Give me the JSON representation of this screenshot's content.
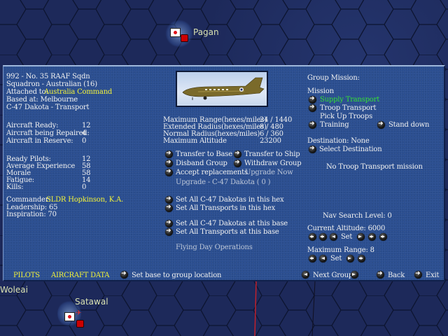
{
  "map": {
    "locations": [
      {
        "name": "Pagan"
      },
      {
        "name": "Woleai"
      },
      {
        "name": "Satawal"
      }
    ]
  },
  "unit": {
    "title": "992 - No. 35 RAAF Sqdn",
    "squadron": "Squadron - Australian (16)",
    "attached_label": "Attached to:",
    "attached_value": "Australia Command",
    "based_at": "Based at:  Melbourne",
    "aircraft_type": "C-47 Dakota - Transport"
  },
  "aircraft_status": [
    {
      "label": "Aircraft Ready:",
      "value": "12"
    },
    {
      "label": "Aircraft being Repaired:",
      "value": "4"
    },
    {
      "label": "Aircraft in Reserve:",
      "value": "0"
    }
  ],
  "pilots": [
    {
      "label": "Ready Pilots:",
      "value": "12"
    },
    {
      "label": "Average Experience",
      "value": "58"
    },
    {
      "label": "Morale",
      "value": "58"
    },
    {
      "label": "Fatigue:",
      "value": "14"
    },
    {
      "label": "Kills:",
      "value": "0"
    }
  ],
  "commander": {
    "label": "Commander:",
    "name": "SLDR Hopkinson, K.A.",
    "leadership": "Leadership: 65",
    "inspiration": "Inspiration: 70"
  },
  "specs": [
    {
      "label": "Maximum Range(hexes/miles)",
      "value": "24 / 1440"
    },
    {
      "label": "Extended Radius(hexes/miles)",
      "value": "8 / 480"
    },
    {
      "label": "Normal Radius(hexes/miles)",
      "value": "6 / 360"
    },
    {
      "label": "Maximum Altitude",
      "value": "23200"
    }
  ],
  "actions": {
    "transfer_base": "Transfer to Base",
    "transfer_ship": "Transfer to Ship",
    "disband": "Disband Group",
    "withdraw": "Withdraw Group",
    "accept_replacements": "Accept replacements",
    "upgrade_now": "Upgrade Now",
    "upgrade_info": "Upgrade - C-47 Dakota  ( 0 )",
    "set_all_type_hex": "Set All C-47 Dakotas in this hex",
    "set_all_transports_hex": "Set All Transports in this hex",
    "set_all_type_base": "Set All C-47 Dakotas at this base",
    "set_all_transports_base": "Set All Transports at this base",
    "flying_ops": "Flying Day Operations"
  },
  "mission": {
    "header": "Group Mission:",
    "section": "Mission",
    "options": {
      "supply": "Supply Transport",
      "troop": "Troop Transport",
      "pickup": "Pick Up Troops",
      "training": "Training",
      "stand_down": "Stand down"
    },
    "destination": "Destination: None",
    "select_destination": "Select Destination",
    "troop_status": "No Troop Transport mission",
    "nav_search": "Nav Search Level: 0",
    "current_altitude": "Current Altitude: 6000",
    "altitude_set": "Set",
    "max_range": "Maximum Range: 8",
    "range_set": "Set"
  },
  "footer": {
    "pilots": "PILOTS",
    "aircraft_data": "AIRCRAFT DATA",
    "set_base": "Set base to group location",
    "next_group": "Next Group",
    "back": "Back",
    "exit": "Exit"
  }
}
